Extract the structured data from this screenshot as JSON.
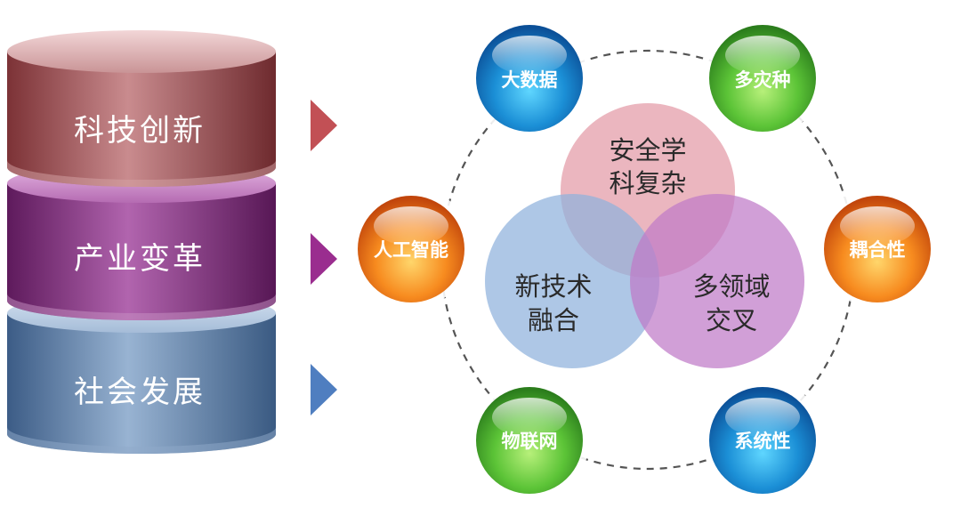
{
  "layers": [
    {
      "label": "科技创新",
      "color": "#a8555a"
    },
    {
      "label": "产业变革",
      "color": "#8a2f86"
    },
    {
      "label": "社会发展",
      "color": "#5c7ca6"
    }
  ],
  "arrow_colors": [
    "#c25055",
    "#9a2d8f",
    "#4f7ec0"
  ],
  "venn": [
    {
      "lines": [
        "安全学",
        "科复杂"
      ],
      "color": "#e39aa6"
    },
    {
      "lines": [
        "新技术",
        "融合"
      ],
      "color": "#8fb1dc"
    },
    {
      "lines": [
        "多领域",
        "交叉"
      ],
      "color": "#bf7ac8"
    }
  ],
  "bubbles": [
    {
      "label": "大数据",
      "color": "blue"
    },
    {
      "label": "多灾种",
      "color": "green"
    },
    {
      "label": "人工智能",
      "color": "orange"
    },
    {
      "label": "耦合性",
      "color": "orange"
    },
    {
      "label": "物联网",
      "color": "green"
    },
    {
      "label": "系统性",
      "color": "blue"
    }
  ]
}
